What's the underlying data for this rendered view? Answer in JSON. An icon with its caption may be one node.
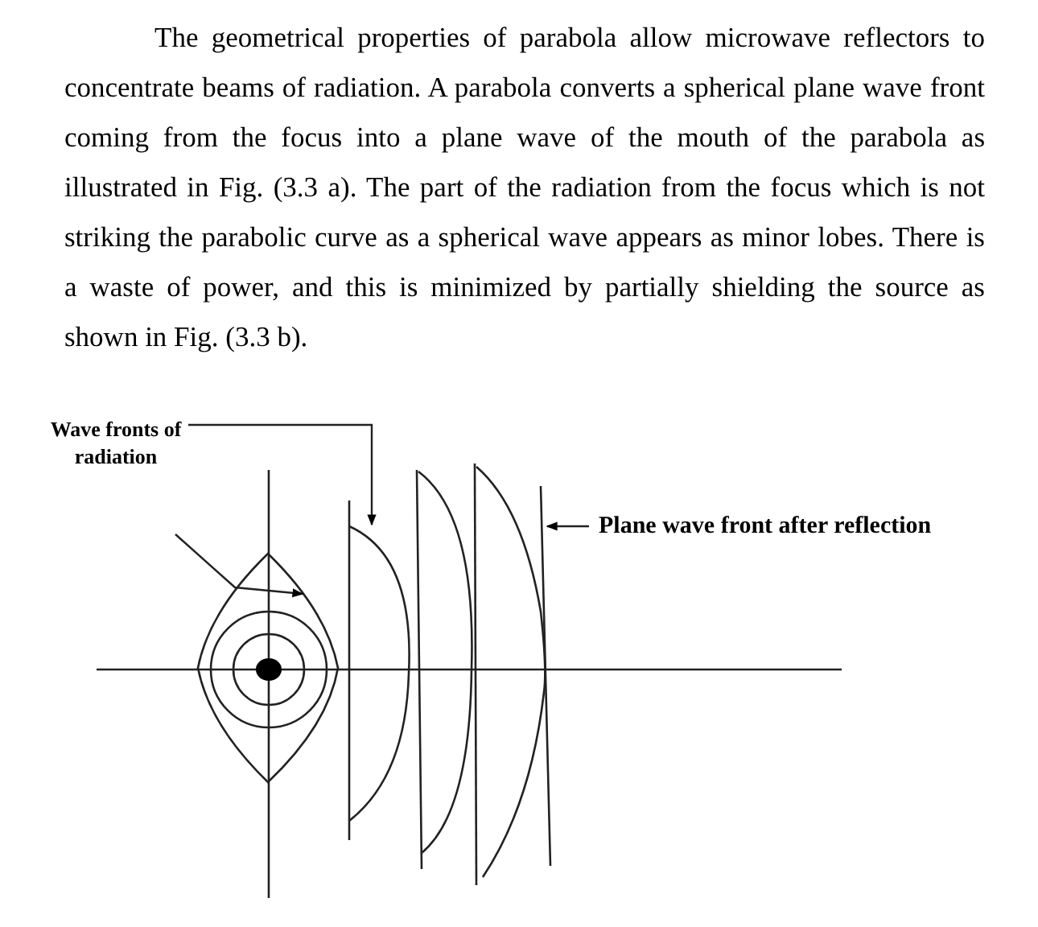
{
  "diagram": {
    "nodes": [
      {
        "text": [
          "Wave fronts of radiation"
        ]
      },
      {
        "text": [],
        "shape": "curve"
      },
      {
        "text": [],
        "shape": "lens"
      },
      {
        "text": [
          "Plane wave front after reflection"
        ]
      },
      {
        "text": [],
        "shape": "line"
      }
    ],
    "edges": [
      {
        "from": 0,
        "to": 1,
        "arrow": "to"
      },
      {
        "from": 0,
        "to": 2,
        "arrow": "to"
      },
      {
        "from": 3,
        "to": 4,
        "arrow": "to"
      }
    ],
    "labels": [
      "The geometrical properties of parabola allow microwave reflectors to concentrate beams of radiation. A parabola converts a spherical plane wave front coming from the focus into a plane wave of the mouth of the parabola as illustrated in Fig. (3.3 a). The part of the radiation from the focus which is not striking the parabolic curve as a spherical wave appears as minor lobes. There is a waste of power, and this is minimized by partially shielding the source as shown in Fig. (3.3 b)."
    ]
  }
}
